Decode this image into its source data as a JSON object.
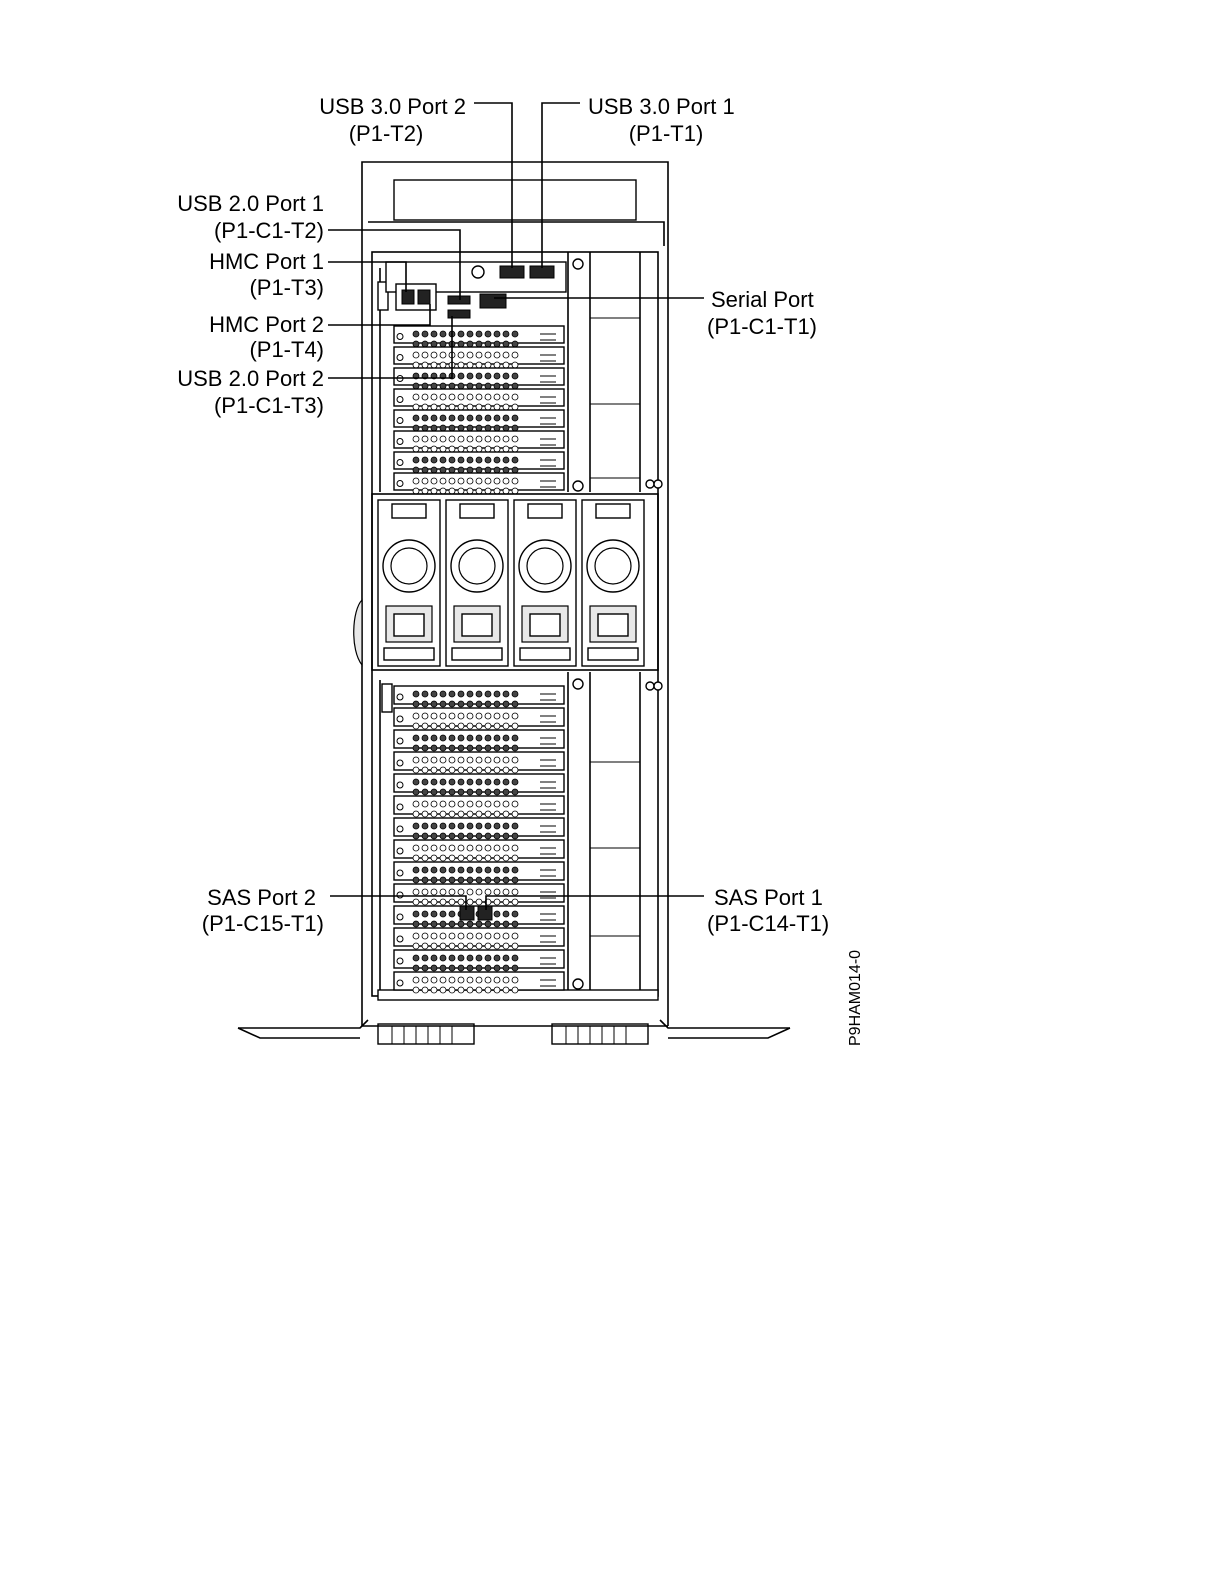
{
  "callouts": {
    "usb3_port2": {
      "name": "USB 3.0 Port 2",
      "code": "(P1-T2)"
    },
    "usb3_port1": {
      "name": "USB 3.0 Port 1",
      "code": "(P1-T1)"
    },
    "usb2_port1": {
      "name": "USB 2.0 Port 1",
      "code": "(P1-C1-T2)"
    },
    "hmc_port1": {
      "name": "HMC Port 1",
      "code": "(P1-T3)"
    },
    "hmc_port2": {
      "name": "HMC Port 2",
      "code": "(P1-T4)"
    },
    "usb2_port2": {
      "name": "USB 2.0 Port 2",
      "code": "(P1-C1-T3)"
    },
    "serial_port": {
      "name": "Serial Port",
      "code": "(P1-C1-T1)"
    },
    "sas_port2": {
      "name": "SAS Port 2",
      "code": "(P1-C15-T1)"
    },
    "sas_port1": {
      "name": "SAS Port 1",
      "code": "(P1-C14-T1)"
    }
  },
  "figure_id": "P9HAM014-0"
}
